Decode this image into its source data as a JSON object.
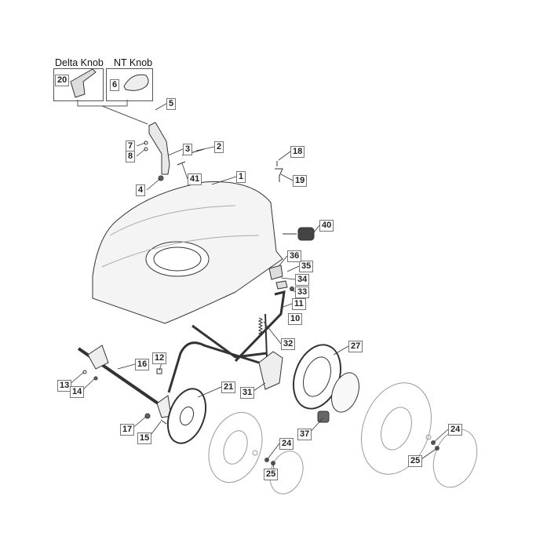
{
  "insets": [
    {
      "title": "Delta Knob",
      "part": "20"
    },
    {
      "title": "NT Knob",
      "part": "6"
    }
  ],
  "callouts": [
    "1",
    "2",
    "3",
    "4",
    "5",
    "7",
    "8",
    "10",
    "11",
    "12",
    "13",
    "14",
    "15",
    "16",
    "17",
    "18",
    "19",
    "21",
    "24",
    "24",
    "25",
    "25",
    "27",
    "31",
    "32",
    "33",
    "34",
    "35",
    "36",
    "37",
    "40",
    "41"
  ],
  "colors": {
    "line": "#333333",
    "ghost": "#9a9a9a"
  }
}
